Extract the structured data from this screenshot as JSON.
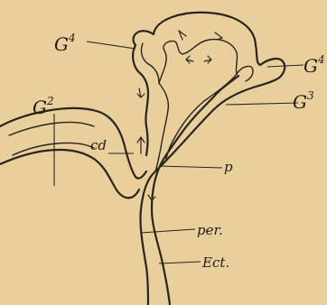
{
  "labels": {
    "g4_left": {
      "main": "G",
      "sup": "4"
    },
    "g4_right": {
      "main": "G",
      "sup": "4"
    },
    "g3": {
      "main": "G",
      "sup": "3"
    },
    "g2": {
      "main": "G",
      "sup": "2"
    },
    "cd": "cd",
    "p": "p",
    "per": "per.",
    "ect": "Ect."
  },
  "colors": {
    "background": "#e8cf9c",
    "ink": "#2a241d"
  }
}
